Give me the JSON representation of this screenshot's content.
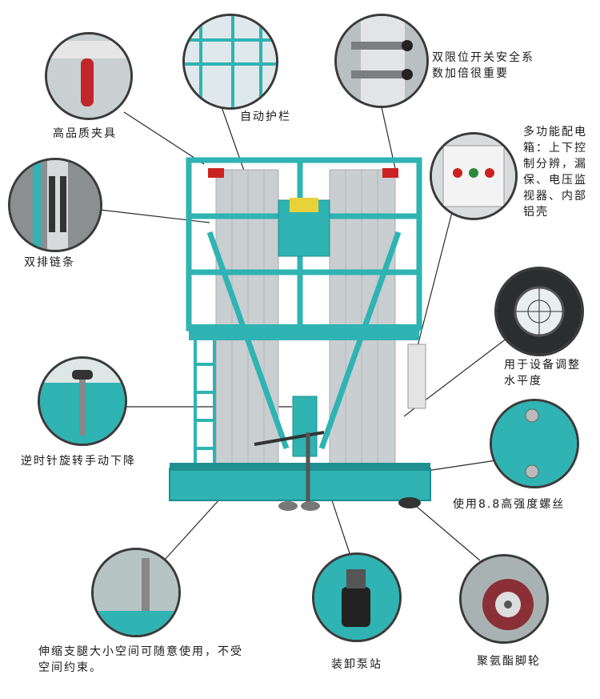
{
  "callouts": {
    "clamp": "高品质夹具",
    "guardrail": "自动护栏",
    "limit_switch": "双限位开关安全系数加倍很重要",
    "control_box": "多功能配电箱：上下控制分辨，漏保、电压监视器、内部铝壳",
    "double_chain": "双排链条",
    "level": "用于设备调整水平度",
    "manual_descent": "逆时针旋转手动下降",
    "bolts": "使用8.8高强度螺丝",
    "outrigger": "伸缩支腿大小空间可随意使用，不受空间约束。",
    "pump_station": "装卸泵站",
    "wheels": "聚氨酯脚轮"
  },
  "colors": {
    "frame": "#2fb3b3",
    "frame_dark": "#1e8f90",
    "mast": "#c9ced1",
    "line": "#2a2a2a"
  },
  "icons": {
    "clamp": "red-handle-clamp-icon",
    "guardrail": "guardrail-icon",
    "limit_switch": "limit-switch-icon",
    "control_box": "control-box-icon",
    "double_chain": "chain-icon",
    "level": "bubble-level-icon",
    "manual_descent": "screw-knob-icon",
    "bolts": "bolt-icon",
    "outrigger": "outrigger-leg-icon",
    "pump_station": "hydraulic-pump-icon",
    "wheels": "caster-wheel-icon"
  }
}
